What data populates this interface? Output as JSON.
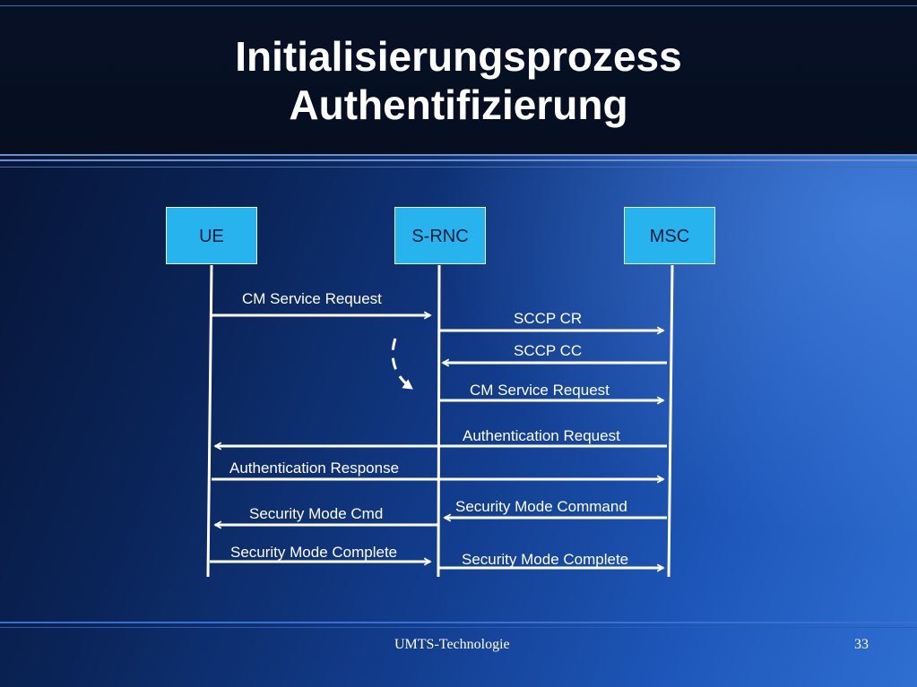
{
  "title": {
    "line1": "Initialisierungsprozess",
    "line2": "Authentifizierung"
  },
  "entities": {
    "ue": "UE",
    "srnc": "S-RNC",
    "msc": "MSC"
  },
  "messages": [
    {
      "label": "CM Service Request",
      "from": "UE",
      "to": "S-RNC"
    },
    {
      "label": "SCCP CR",
      "from": "S-RNC",
      "to": "MSC"
    },
    {
      "label": "SCCP CC",
      "from": "MSC",
      "to": "S-RNC"
    },
    {
      "label": "CM Service Request",
      "from": "S-RNC",
      "to": "MSC"
    },
    {
      "label": "Authentication Request",
      "from": "MSC",
      "to": "UE"
    },
    {
      "label": "Authentication Response",
      "from": "UE",
      "to": "MSC"
    },
    {
      "label": "Security Mode Command",
      "from": "MSC",
      "to": "S-RNC"
    },
    {
      "label": "Security Mode Cmd",
      "from": "S-RNC",
      "to": "UE"
    },
    {
      "label": "Security Mode Complete",
      "from": "UE",
      "to": "S-RNC"
    },
    {
      "label": "Security Mode Complete",
      "from": "S-RNC",
      "to": "MSC"
    }
  ],
  "footer": {
    "center": "UMTS-Technologie",
    "page": "33"
  },
  "colors": {
    "entity_fill": "#27b3ee",
    "line": "#ffffff",
    "title_band": "#071126"
  }
}
